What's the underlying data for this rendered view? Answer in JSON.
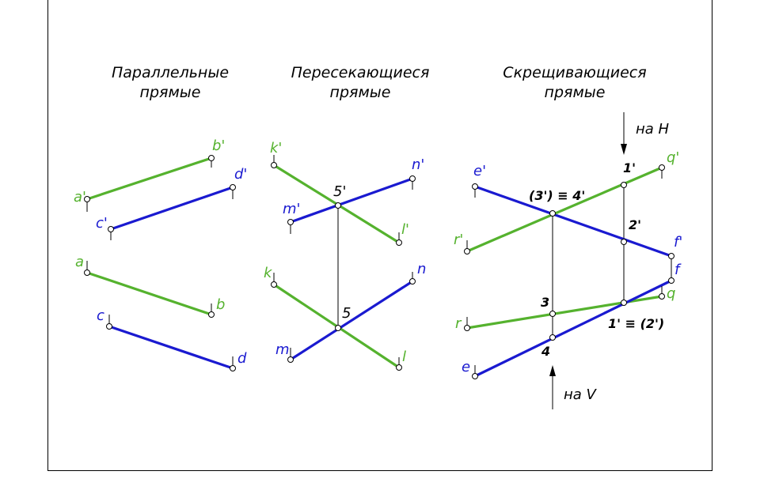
{
  "titles": {
    "parallel": [
      "Параллельные",
      "прямые"
    ],
    "intersecting": [
      "Пересекающиеся",
      "прямые"
    ],
    "skew": [
      "Скрещивающиеся",
      "прямые"
    ]
  },
  "labels": {
    "a_prime": "a'",
    "b_prime": "b'",
    "c_prime": "c'",
    "d_prime": "d'",
    "a": "a",
    "b": "b",
    "c": "c",
    "d": "d",
    "k_prime": "k'",
    "n_prime": "n'",
    "m_prime": "m'",
    "l_prime": "l'",
    "k": "k",
    "n": "n",
    "m": "m",
    "l": "l",
    "five_prime": "5'",
    "five": "5",
    "e_prime": "e'",
    "q_prime": "q'",
    "r_prime": "r'",
    "f_prime": "f'",
    "f": "f",
    "q": "q",
    "r": "r",
    "e": "e",
    "one_prime": "1'",
    "two_prime": "2'",
    "three_eq_four": "(3') ≡ 4'",
    "three": "3",
    "four": "4",
    "one_eq_two": "1' ≡ (2')",
    "arrow_h": "на Н",
    "arrow_v": "на V"
  },
  "colors": {
    "green": "#55b22e",
    "blue": "#1a1ad0",
    "black": "#000000"
  }
}
